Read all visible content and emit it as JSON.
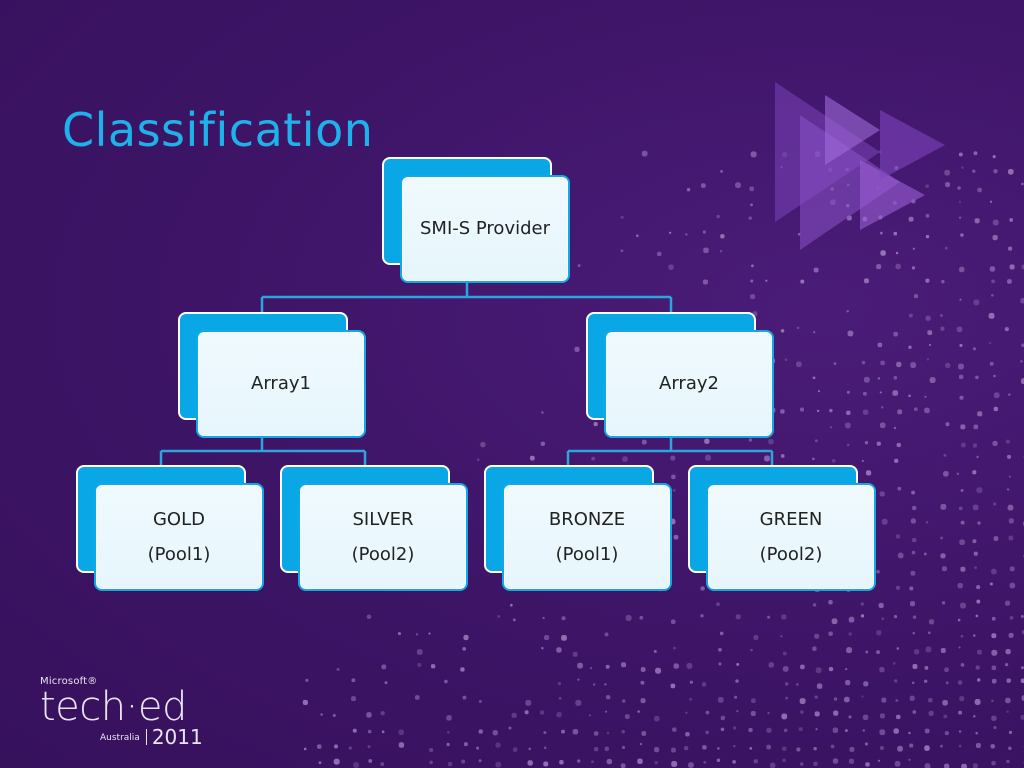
{
  "slide": {
    "title": "Classification"
  },
  "diagram": {
    "root": {
      "label": "SMI-S Provider"
    },
    "arrays": [
      {
        "label": "Array1",
        "pools": [
          {
            "name": "GOLD",
            "pool": "(Pool1)"
          },
          {
            "name": "SILVER",
            "pool": "(Pool2)"
          }
        ]
      },
      {
        "label": "Array2",
        "pools": [
          {
            "name": "BRONZE",
            "pool": "(Pool1)"
          },
          {
            "name": "GREEN",
            "pool": "(Pool2)"
          }
        ]
      }
    ]
  },
  "logo": {
    "brand": "Microsoft®",
    "product": "tech·ed",
    "region": "Australia",
    "year": "2011"
  },
  "colors": {
    "background": "#3d1466",
    "title": "#1fb2ea",
    "node_back": "#0aa7e6",
    "node_front": "#eaf7fd",
    "connector": "#2aa6dc",
    "accent_triangles": "#8a4fc7"
  }
}
